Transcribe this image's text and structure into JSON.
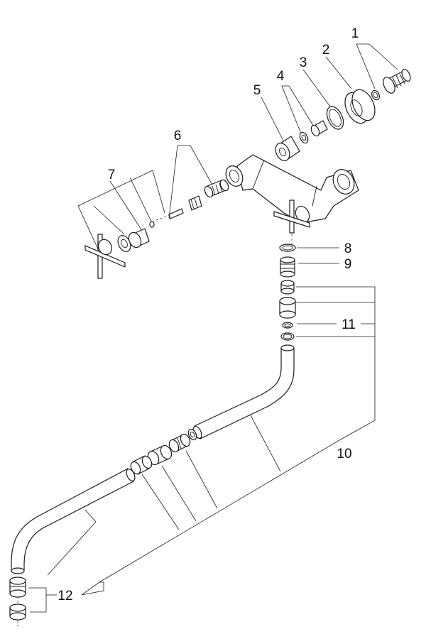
{
  "callouts": {
    "c1": "1",
    "c2": "2",
    "c3": "3",
    "c4": "4",
    "c5": "5",
    "c6": "6",
    "c7": "7",
    "c8": "8",
    "c9": "9",
    "c10": "10",
    "c11": "11",
    "c12": "12"
  },
  "colors": {
    "line": "#1a1a1a",
    "background": "#ffffff"
  }
}
